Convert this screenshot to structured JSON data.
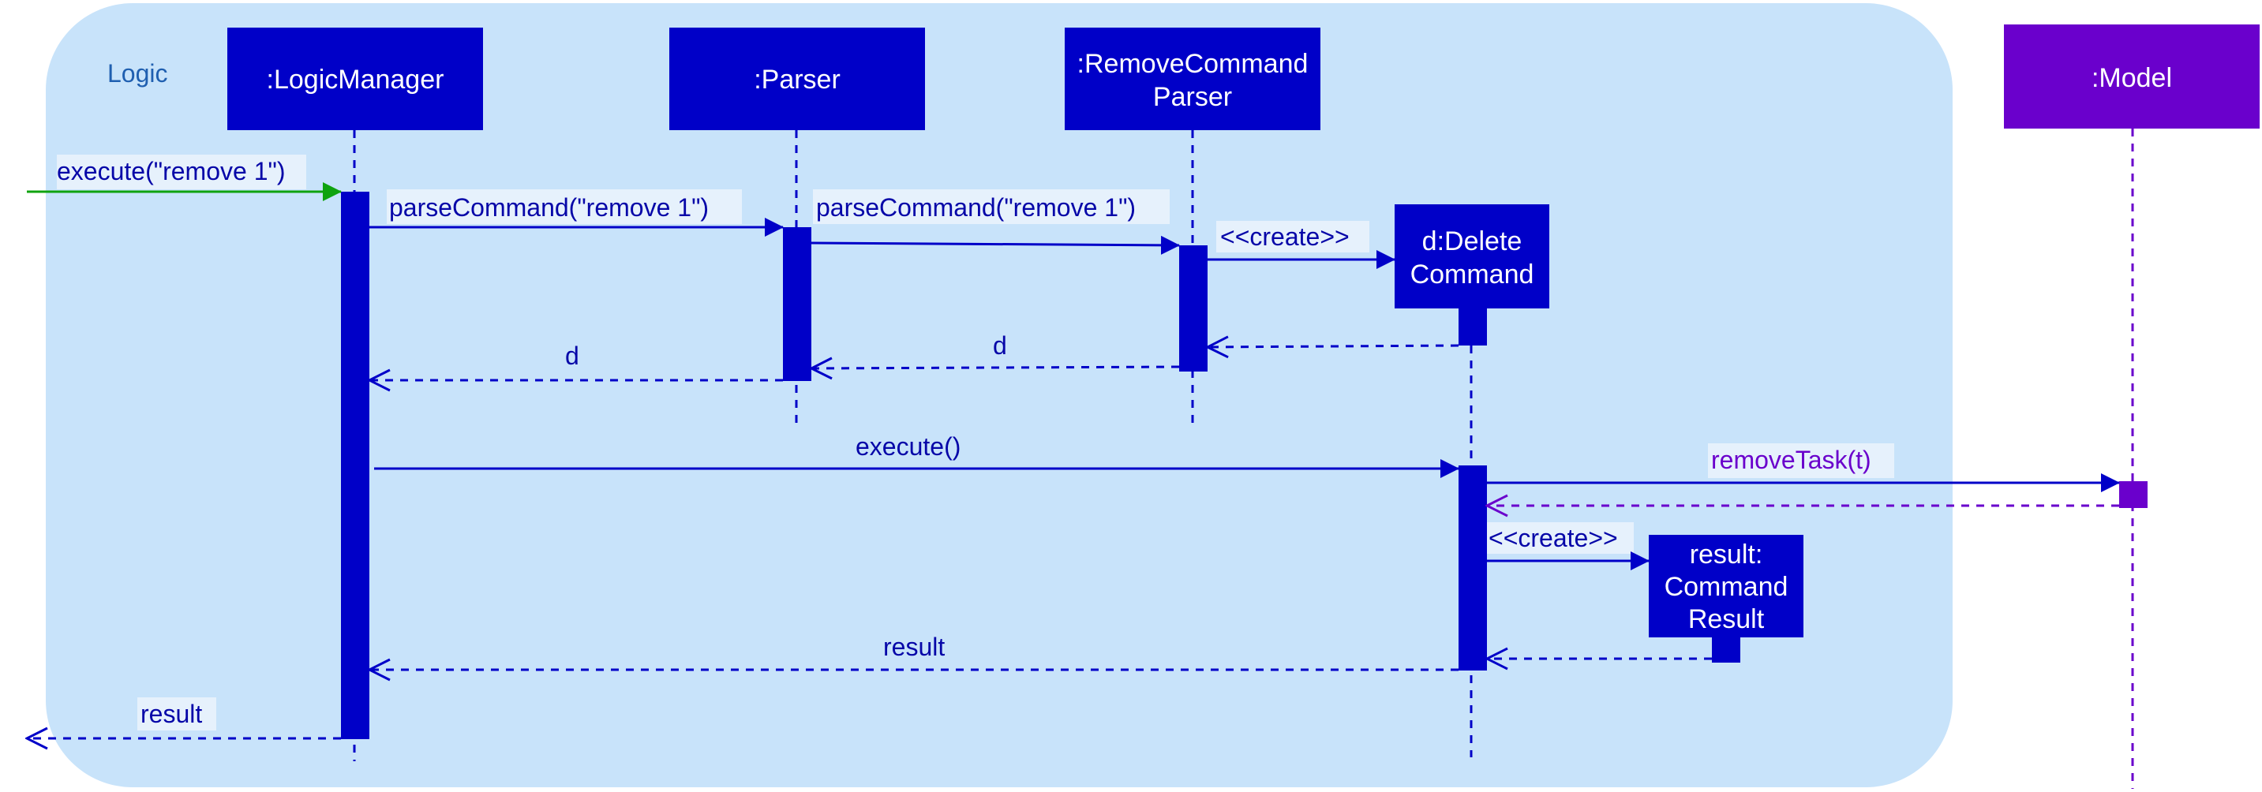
{
  "colors": {
    "frame_bg": "#C8E3FA",
    "box_blue": "#0000C8",
    "model_purple": "#6A00CC",
    "arrow_green": "#0FA30F",
    "text_blue": "#0606A8",
    "frame_label": "#1F5FB0"
  },
  "frame": {
    "label": "Logic"
  },
  "participants": {
    "logic_manager": ":LogicManager",
    "parser": ":Parser",
    "remove_parser_line1": ":RemoveCommand",
    "remove_parser_line2": "Parser",
    "model": ":Model",
    "delete_cmd_line1": "d:Delete",
    "delete_cmd_line2": "Command",
    "result_line1": "result:",
    "result_line2": "Command",
    "result_line3": "Result"
  },
  "messages": {
    "execute_in": "execute(\"remove 1\")",
    "parse_to_parser": "parseCommand(\"remove 1\")",
    "parse_to_remove": "parseCommand(\"remove 1\")",
    "create_delete": "<<create>>",
    "return_d_remove": "d",
    "return_d_parser": "d",
    "execute_call": "execute()",
    "remove_task": "removeTask(t)",
    "create_result": "<<create>>",
    "return_result_cmd": "result",
    "return_result_out": "result"
  }
}
